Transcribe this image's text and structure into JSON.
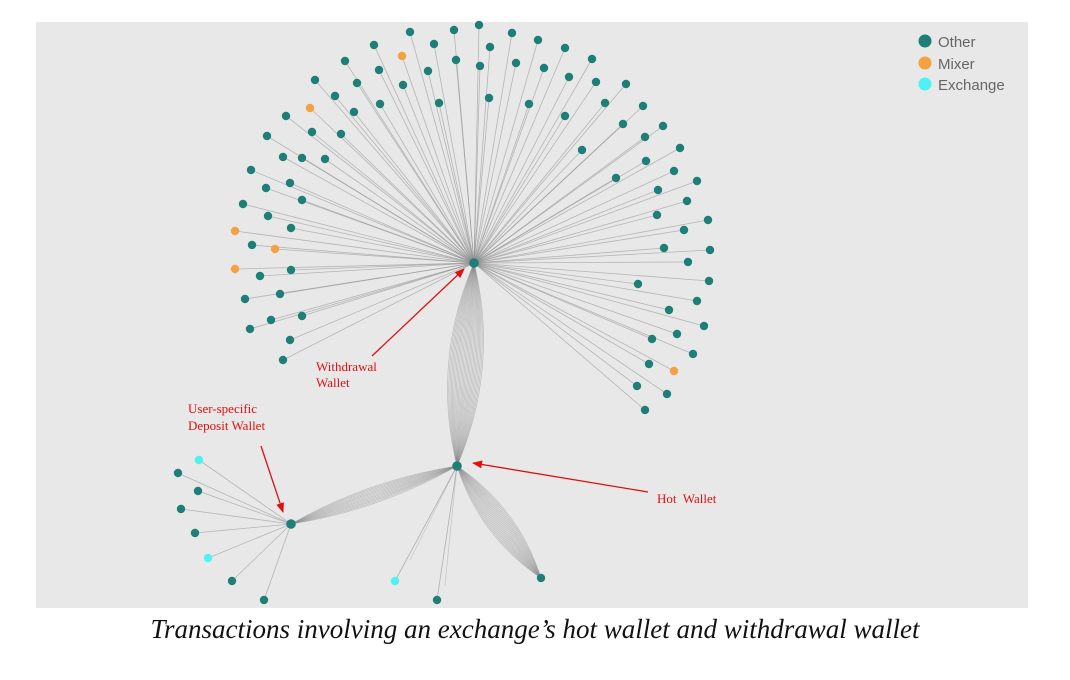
{
  "colors": {
    "other": "#1e7f78",
    "mixer": "#f5a142",
    "exchange": "#4ef2f2",
    "edge": "#8a8a8a",
    "annotation": "#e01010",
    "panel": "#e8e8e8"
  },
  "legend": {
    "other": "Other",
    "mixer": "Mixer",
    "exchange": "Exchange"
  },
  "annotations": {
    "withdrawal": [
      "Withdrawal",
      "Wallet"
    ],
    "deposit": [
      "User-specific",
      "Deposit Wallet"
    ],
    "hot": "Hot  Wallet"
  },
  "caption": "Transactions involving an exchange’s hot wallet and withdrawal wallet"
}
